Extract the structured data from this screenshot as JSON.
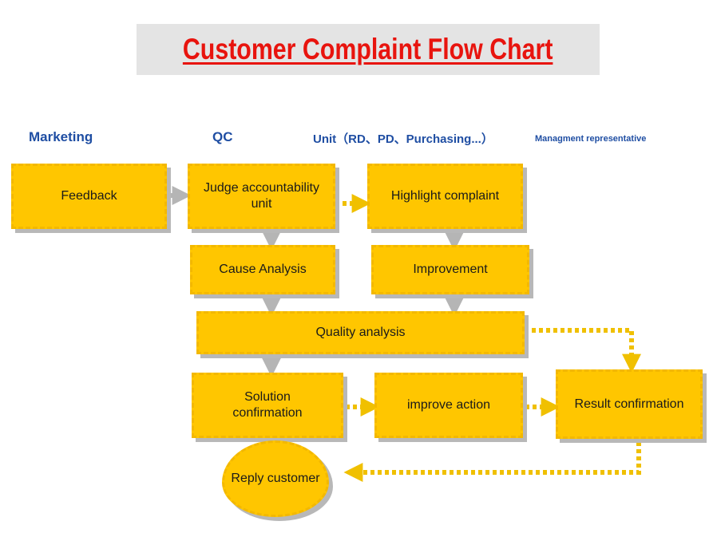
{
  "title": "Customer Complaint Flow Chart",
  "lanes": {
    "marketing": "Marketing",
    "qc": "QC",
    "unit": "Unit（RD、PD、Purchasing...）",
    "management": "Managment representative"
  },
  "nodes": {
    "feedback": "Feedback",
    "judge_line1": "Judge accountability",
    "judge_line2": "unit",
    "highlight": "Highlight complaint",
    "cause": "Cause Analysis",
    "improvement": "Improvement",
    "quality": "Quality analysis",
    "solution_line1": "Solution",
    "solution_line2": "confirmation",
    "improve_action": "improve action",
    "result": "Result confirmation",
    "reply_line1": "Reply",
    "reply_line2": "customer"
  },
  "colors": {
    "title": "#e8140e",
    "lane_label": "#1f4ea3",
    "node_fill": "#ffc600",
    "node_shadow": "#b8b8b8"
  }
}
